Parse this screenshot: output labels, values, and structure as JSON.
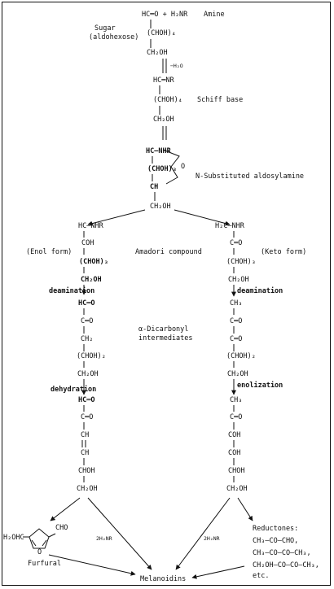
{
  "top": {
    "sugar_c1": "HC═O + H₂NR",
    "amine": "Amine",
    "sugar_c2": "(CHOH)₄",
    "sugar": "Sugar",
    "aldohexose": "(aldohexose)",
    "sugar_c3": "CH₂OH",
    "water_loss": "−H₂O"
  },
  "schiff": {
    "c1": "HC═NR",
    "c2": "(CHOH)₄",
    "label": "Schiff base",
    "c3": "CH₂OH"
  },
  "aldosyl": {
    "c1": "HC—NHR",
    "c2": "(CHOH)₃",
    "c3": "CH",
    "c4": "CH₂OH",
    "o": "O",
    "label": "N-Substituted aldosylamine"
  },
  "enol": {
    "c1": "HC—NHR",
    "c2": "COH",
    "label": "(Enol form)",
    "c3": "(CHOH)₃",
    "c4": "CH₂OH",
    "step1": "deamination"
  },
  "dicarbonyl_left": {
    "c1": "HC═O",
    "c2": "C═O",
    "c3": "CH₂",
    "c4": "(CHOH)₂",
    "c5": "CH₂OH",
    "step2": "dehydration"
  },
  "furan_precursor": {
    "c1": "HC═O",
    "c2": "C═O",
    "c3": "CH",
    "c4": "CH",
    "c5": "CHOH",
    "c6": "CH₂OH"
  },
  "middle": {
    "amadori": "Amadori compound",
    "dicarbonyl_1": "α-Dicarbonyl",
    "dicarbonyl_2": "intermediates"
  },
  "keto": {
    "c1": "H₂C—NHR",
    "c2": "C═O",
    "label": "(Keto form)",
    "c3": "(CHOH)₃",
    "c4": "CH₂OH",
    "step1": "deamination"
  },
  "dicarbonyl_right": {
    "c1": "CH₃",
    "c2": "C═O",
    "c3": "C═O",
    "c4": "(CHOH)₂",
    "c5": "CH₂OH",
    "step2": "enolization"
  },
  "reductone_precursor": {
    "c1": "CH₃",
    "c2": "C═O",
    "c3": "COH",
    "c4": "COH",
    "c5": "CHOH",
    "c6": "CH₂OH"
  },
  "bottom": {
    "furan_o": "O",
    "furfural_left": "H₂OHC",
    "furfural_right": "CHO",
    "furfural": "Furfural",
    "amine_left": "2H₂NR",
    "amine_right": "2H₂NR",
    "melanoidins": "Melanoidins",
    "reductones": "Reductones:",
    "reductone_1": "CH₃—CO—CHO,",
    "reductone_2": "CH₃—CO—CO—CH₃,",
    "reductone_3": "CH₂OH—CO—CO—CH₃,",
    "etc": "etc."
  }
}
